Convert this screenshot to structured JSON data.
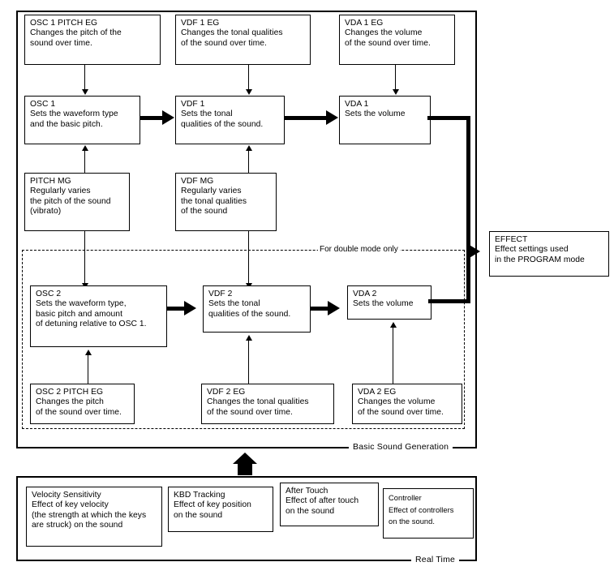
{
  "diagram": {
    "title": "Basic Sound Generation / Real Time signal flow",
    "panels": {
      "basic": {
        "label": "Basic Sound Generation"
      },
      "realtime": {
        "label": "Real Time"
      },
      "double": {
        "label": "For double mode only"
      }
    },
    "colors": {
      "ink": "#000000",
      "paper": "#ffffff"
    }
  },
  "boxes": {
    "osc1_pitch_eg": {
      "title": "OSC 1 PITCH EG",
      "l1": "Changes the pitch of the",
      "l2": "sound over time.",
      "l3": "",
      "l4": ""
    },
    "vdf1_eg": {
      "title": "VDF 1 EG",
      "l1": "Changes the tonal qualities",
      "l2": "of the sound over time.",
      "l3": "",
      "l4": ""
    },
    "vda1_eg": {
      "title": "VDA 1 EG",
      "l1": "Changes the volume",
      "l2": "of the sound over time.",
      "l3": "",
      "l4": ""
    },
    "osc1": {
      "title": "OSC  1",
      "l1": "Sets the waveform type",
      "l2": "and the basic pitch.",
      "l3": "",
      "l4": ""
    },
    "vdf1": {
      "title": "VDF 1",
      "l1": "Sets the tonal",
      "l2": "qualities of the sound.",
      "l3": "",
      "l4": ""
    },
    "vda1": {
      "title": "VDA 1",
      "l1": "Sets the volume",
      "l2": "",
      "l3": "",
      "l4": ""
    },
    "pitch_mg": {
      "title": "PITCH MG",
      "l1": "Regularly varies",
      "l2": "the pitch of the sound",
      "l3": "(vibrato)",
      "l4": ""
    },
    "vdf_mg": {
      "title": "VDF MG",
      "l1": "Regularly varies",
      "l2": "the tonal qualities",
      "l3": "of the sound",
      "l4": ""
    },
    "effect": {
      "title": "EFFECT",
      "l1": "Effect settings used",
      "l2": "in the PROGRAM mode",
      "l3": "",
      "l4": ""
    },
    "osc2": {
      "title": "OSC 2",
      "l1": "Sets the waveform type,",
      "l2": "basic pitch and amount",
      "l3": "of detuning relative to OSC 1.",
      "l4": ""
    },
    "vdf2": {
      "title": "VDF 2",
      "l1": "Sets the tonal",
      "l2": "qualities of the sound.",
      "l3": "",
      "l4": ""
    },
    "vda2": {
      "title": "VDA 2",
      "l1": "Sets the volume",
      "l2": "",
      "l3": "",
      "l4": ""
    },
    "osc2_pitch_eg": {
      "title": "OSC 2 PITCH EG",
      "l1": "Changes the pitch",
      "l2": "of the sound over time.",
      "l3": "",
      "l4": ""
    },
    "vdf2_eg": {
      "title": "VDF 2 EG",
      "l1": "Changes the tonal qualities",
      "l2": "of the sound over time.",
      "l3": "",
      "l4": ""
    },
    "vda2_eg": {
      "title": "VDA 2 EG",
      "l1": "Changes the volume",
      "l2": "of the sound over time.",
      "l3": "",
      "l4": ""
    },
    "velocity_sensitivity": {
      "title": "Velocity Sensitivity",
      "l1": "Effect of key velocity",
      "l2": "(the strength at which the keys",
      "l3": "are struck) on the sound",
      "l4": ""
    },
    "kbd_tracking": {
      "title": "KBD Tracking",
      "l1": "Effect of key position",
      "l2": "on the sound",
      "l3": "",
      "l4": ""
    },
    "after_touch": {
      "title": "After Touch",
      "l1": "Effect of after touch",
      "l2": "on the sound",
      "l3": "",
      "l4": ""
    },
    "controller": {
      "title": "Controller",
      "l1": "Effect of controllers",
      "l2": "on the sound.",
      "l3": "",
      "l4": ""
    }
  }
}
